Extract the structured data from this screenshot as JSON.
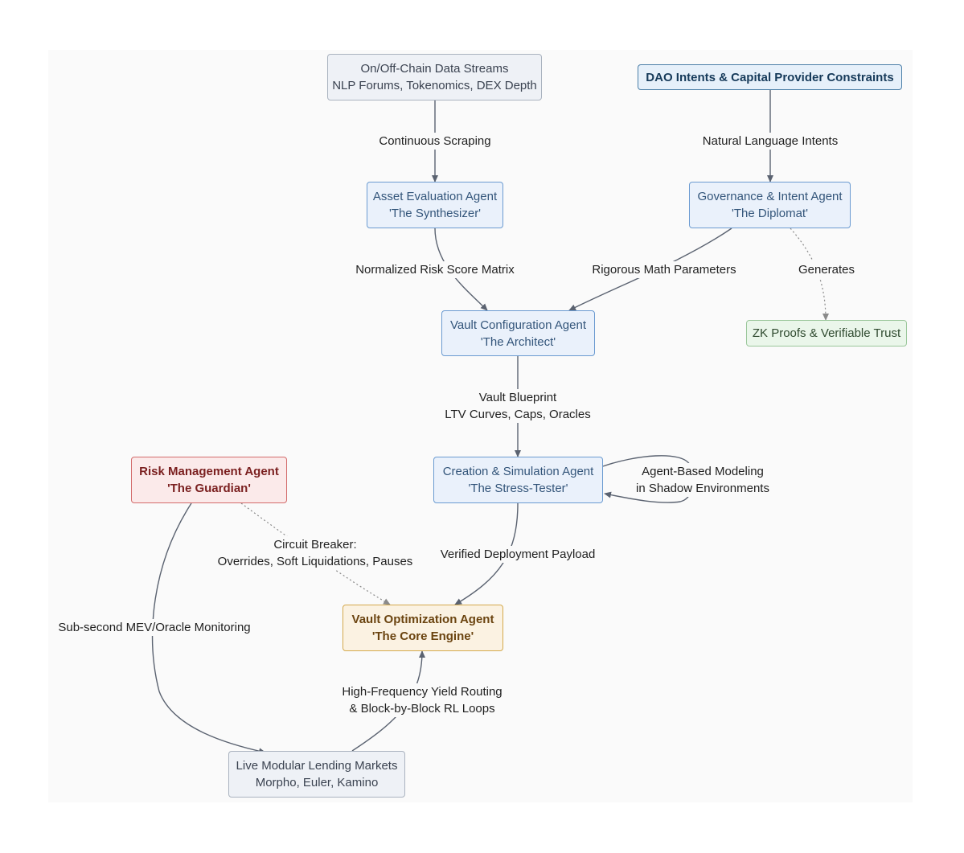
{
  "nodes": {
    "data_streams": {
      "line1": "On/Off-Chain Data Streams",
      "line2": "NLP Forums, Tokenomics, DEX Depth"
    },
    "dao_intents": {
      "line1": "DAO Intents & Capital Provider Constraints"
    },
    "asset_eval": {
      "line1": "Asset Evaluation Agent",
      "line2": "'The Synthesizer'"
    },
    "governance": {
      "line1": "Governance & Intent Agent",
      "line2": "'The Diplomat'"
    },
    "vault_config": {
      "line1": "Vault Configuration Agent",
      "line2": "'The Architect'"
    },
    "zk_proofs": {
      "line1": "ZK Proofs & Verifiable Trust"
    },
    "creation_sim": {
      "line1": "Creation & Simulation Agent",
      "line2": "'The Stress-Tester'"
    },
    "risk_mgmt": {
      "line1": "Risk Management Agent",
      "line2": "'The Guardian'"
    },
    "vault_opt": {
      "line1": "Vault Optimization Agent",
      "line2": "'The Core Engine'"
    },
    "lending_markets": {
      "line1": "Live Modular Lending Markets",
      "line2": "Morpho, Euler, Kamino"
    }
  },
  "edge_labels": {
    "continuous_scraping": {
      "line1": "Continuous Scraping"
    },
    "natural_language": {
      "line1": "Natural Language Intents"
    },
    "normalized_risk": {
      "line1": "Normalized Risk Score Matrix"
    },
    "rigorous_math": {
      "line1": "Rigorous Math Parameters"
    },
    "generates": {
      "line1": "Generates"
    },
    "vault_blueprint": {
      "line1": "Vault Blueprint",
      "line2": "LTV Curves, Caps, Oracles"
    },
    "agent_based": {
      "line1": "Agent-Based Modeling",
      "line2": "in Shadow Environments"
    },
    "circuit_breaker": {
      "line1": "Circuit Breaker:",
      "line2": "Overrides, Soft Liquidations, Pauses"
    },
    "verified_payload": {
      "line1": "Verified Deployment Payload"
    },
    "sub_second": {
      "line1": "Sub-second MEV/Oracle Monitoring"
    },
    "high_frequency": {
      "line1": "High-Frequency Yield Routing",
      "line2": "& Block-by-Block RL Loops"
    }
  },
  "colors": {
    "edge": "#5a6270",
    "dotted_edge": "#8a8a8a",
    "agent_border": "#6b9bd1",
    "guardian_border": "#d36b6b",
    "core_engine_border": "#d4a94c",
    "zk_border": "#9bc79b"
  }
}
